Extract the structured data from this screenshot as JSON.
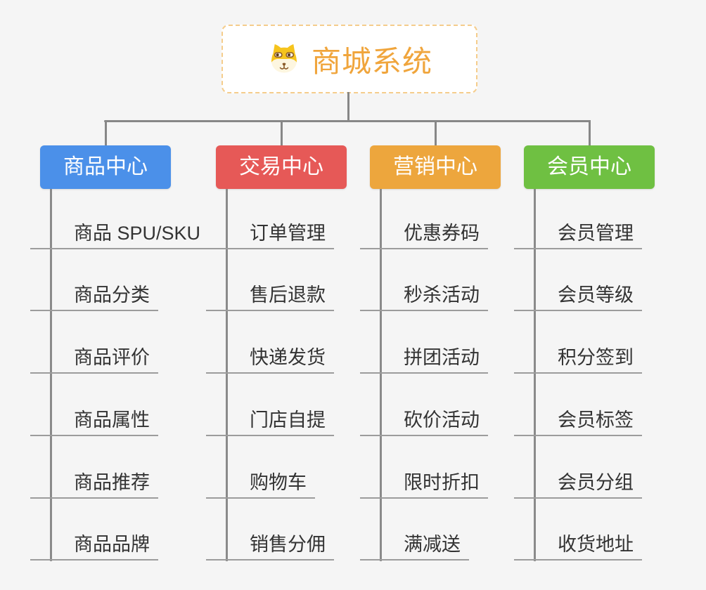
{
  "app": {
    "background_color": "#f5f5f5",
    "connector_color": "#878787",
    "underline_color": "#9c9c9c",
    "item_text_color": "#333333"
  },
  "root": {
    "title": "商城系统",
    "icon": "shiba-dog-face-icon",
    "text_color": "#f0a53c",
    "border_color": "#f5cd8c"
  },
  "branches": [
    {
      "label": "商品中心",
      "color": "#4b90e9",
      "items": [
        "商品 SPU/SKU",
        "商品分类",
        "商品评价",
        "商品属性",
        "商品推荐",
        "商品品牌"
      ]
    },
    {
      "label": "交易中心",
      "color": "#e65957",
      "items": [
        "订单管理",
        "售后退款",
        "快递发货",
        "门店自提",
        "购物车",
        "销售分佣"
      ]
    },
    {
      "label": "营销中心",
      "color": "#eda63d",
      "items": [
        "优惠券码",
        "秒杀活动",
        "拼团活动",
        "砍价活动",
        "限时折扣",
        "满减送"
      ]
    },
    {
      "label": "会员中心",
      "color": "#6fc042",
      "items": [
        "会员管理",
        "会员等级",
        "积分签到",
        "会员标签",
        "会员分组",
        "收货地址"
      ]
    }
  ]
}
